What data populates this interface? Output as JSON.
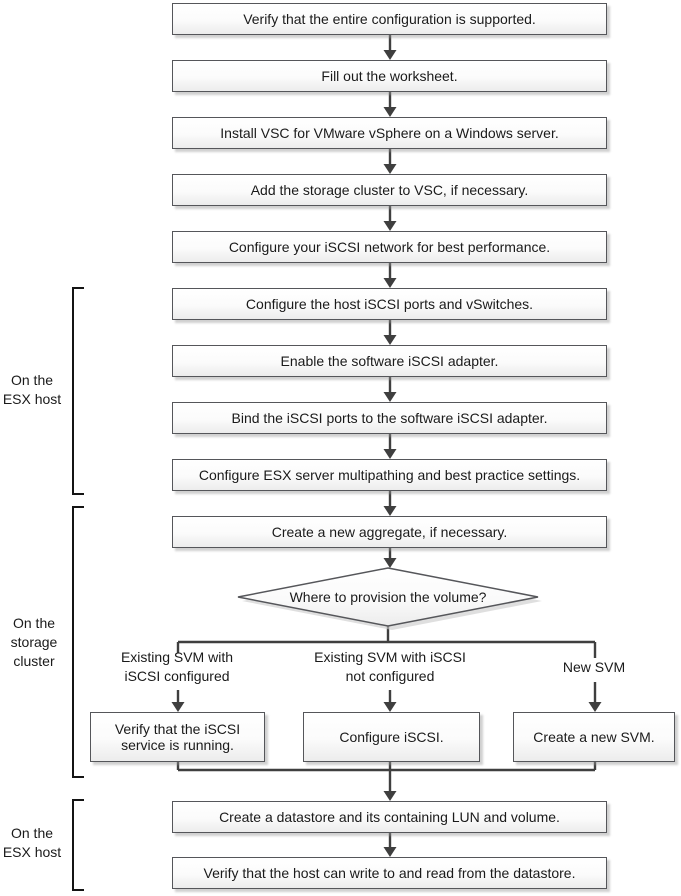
{
  "diagram": {
    "main_steps": [
      "Verify that the entire configuration is supported.",
      "Fill out the worksheet.",
      "Install VSC for VMware vSphere on a Windows server.",
      "Add the storage cluster to VSC, if necessary.",
      "Configure your iSCSI network for best performance.",
      "Configure the host iSCSI ports and vSwitches.",
      "Enable the software iSCSI adapter.",
      "Bind the iSCSI ports to the software iSCSI adapter.",
      "Configure ESX server multipathing and best practice settings.",
      "Create a new aggregate, if necessary."
    ],
    "decision_label": "Where to provision the volume?",
    "branch_labels": [
      "Existing SVM with iSCSI configured",
      "Existing SVM with iSCSI not configured",
      "New SVM"
    ],
    "branch_boxes": [
      "Verify that the iSCSI service is running.",
      "Configure iSCSI.",
      "Create a new SVM."
    ],
    "final_steps": [
      "Create a datastore and its containing LUN and volume.",
      "Verify that the host can write to and read from the datastore."
    ],
    "side_labels": [
      "On the\nESX host",
      "On the\nstorage\ncluster",
      "On the\nESX host"
    ],
    "colors": {
      "box_border": "#55565a",
      "connector": "#3f3f3f",
      "bracket": "#141414",
      "text": "#1a1a1a"
    }
  }
}
